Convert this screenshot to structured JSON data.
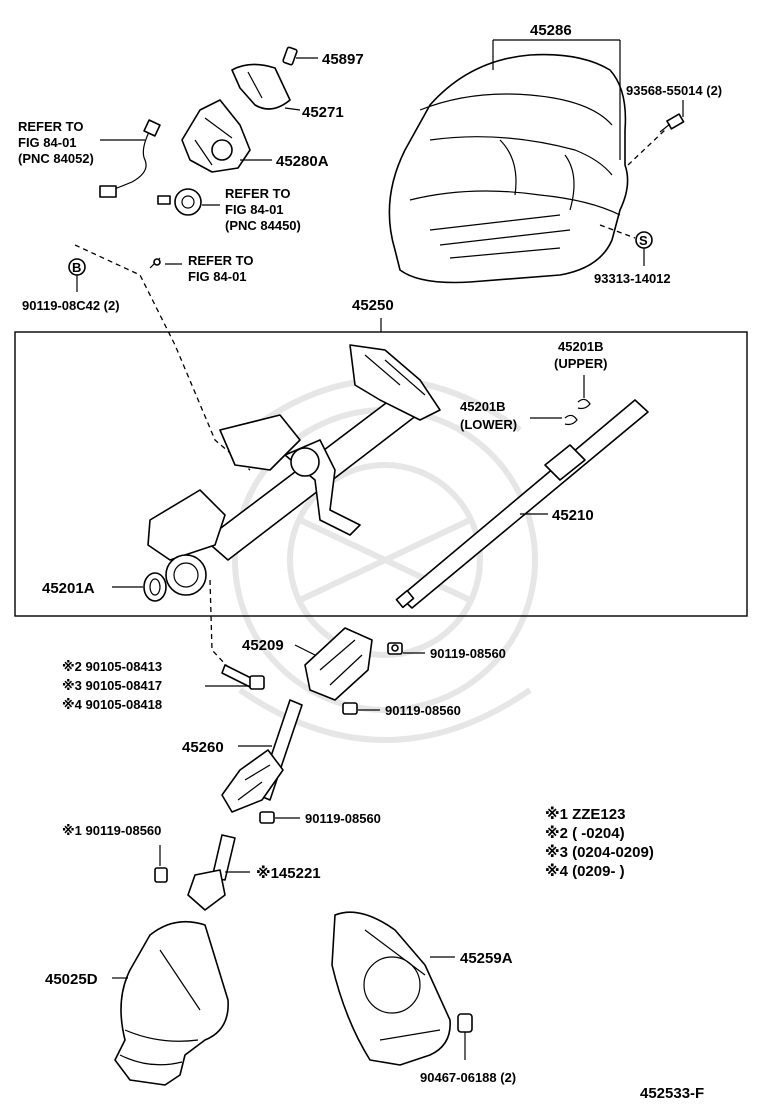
{
  "labels": {
    "p45286": "45286",
    "p45897": "45897",
    "p45271": "45271",
    "p45280A": "45280A",
    "p93568": "93568-55014 (2)",
    "refer1_l1": "REFER TO",
    "refer1_l2": "FIG 84-01",
    "refer1_l3": "(PNC 84052)",
    "refer2_l1": "REFER TO",
    "refer2_l2": "FIG 84-01",
    "refer2_l3": "(PNC 84450)",
    "refer3_l1": "REFER TO",
    "refer3_l2": "FIG 84-01",
    "circle_b": "B",
    "circle_s": "S",
    "p90119c42": "90119-08C42 (2)",
    "p93313": "93313-14012",
    "p45250": "45250",
    "p45201B_up": "45201B",
    "p45201B_up2": "(UPPER)",
    "p45201B_lo": "45201B",
    "p45201B_lo2": "(LOWER)",
    "p45210": "45210",
    "p45201A": "45201A",
    "p45209": "45209",
    "p90119_a": "90119-08560",
    "p90119_b": "90119-08560",
    "p90119_c": "90119-08560",
    "p90119_d": "※1 90119-08560",
    "note2_bolt": "※2 90105-08413",
    "note3_bolt": "※3 90105-08417",
    "note4_bolt": "※4 90105-08418",
    "p45260": "45260",
    "p145221": "※145221",
    "p45025D": "45025D",
    "p45259A": "45259A",
    "p90467": "90467-06188 (2)",
    "legend1": "※1  ZZE123",
    "legend2": "※2  (       -0204)",
    "legend3": "※3  (0204-0209)",
    "legend4": "※4  (0209-      )",
    "figure_id": "452533-F"
  }
}
